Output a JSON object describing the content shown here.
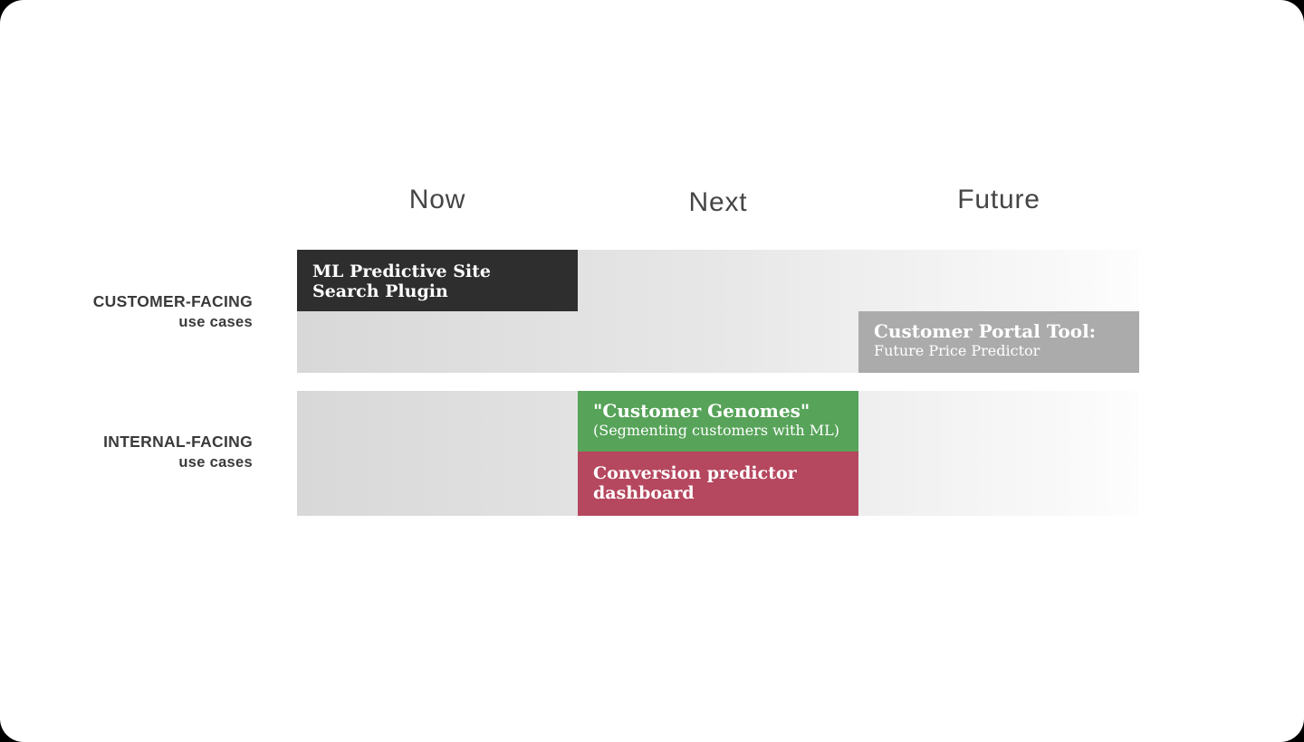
{
  "roadmap": {
    "columns": [
      {
        "label": "Now"
      },
      {
        "label": "Next"
      },
      {
        "label": "Future"
      }
    ],
    "rows": [
      {
        "label_line1": "CUSTOMER-FACING",
        "label_line2": "use cases"
      },
      {
        "label_line1": "INTERNAL-FACING",
        "label_line2": "use cases"
      }
    ],
    "bars": [
      {
        "title": "ML Predictive Site Search Plugin",
        "subtitle": "",
        "row": "customer-facing",
        "column": "Now",
        "color": "#2e2e2e"
      },
      {
        "title": "Customer Portal Tool:",
        "subtitle": "Future Price Predictor",
        "row": "customer-facing",
        "column": "Future",
        "color": "#ababab"
      },
      {
        "title": "\"Customer Genomes\"",
        "subtitle": "(Segmenting customers with ML)",
        "row": "internal-facing",
        "column": "Next",
        "color": "#57a359"
      },
      {
        "title": "Conversion predictor dashboard",
        "subtitle": "",
        "row": "internal-facing",
        "column": "Next",
        "color": "#b5475f"
      }
    ],
    "colors": {
      "track_gradient_left": "#d8d8d8",
      "track_gradient_right": "#fdfdfd",
      "bar_text": "#ffffff",
      "header_text": "#454545",
      "row_label_text": "#3a3a3a",
      "page_background": "#ffffff"
    }
  }
}
